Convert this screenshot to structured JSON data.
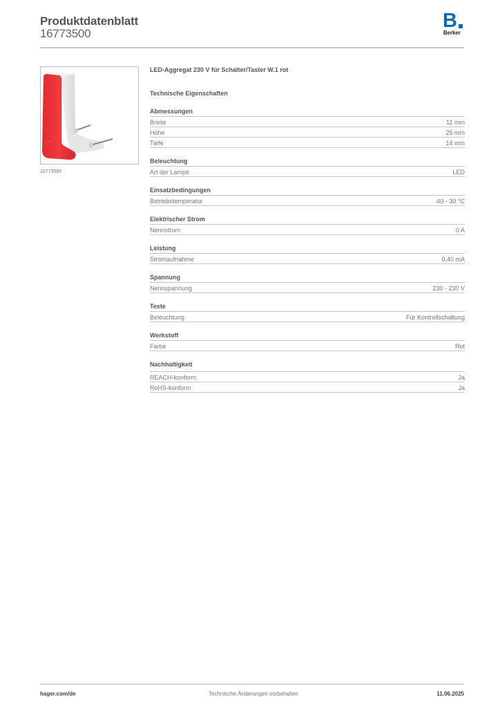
{
  "header": {
    "title": "Produktdatenblatt",
    "article_number": "16773500",
    "logo": {
      "mark": "B",
      "wordmark": "Berker",
      "color": "#0a6ab6"
    }
  },
  "product": {
    "image_caption": "16773500",
    "name": "LED-Aggregat 230 V für Schalter/Taster W.1 rot",
    "accent_color": "#e8262b"
  },
  "specs": {
    "title": "Technische Eigenschaften",
    "groups": [
      {
        "title": "Abmessungen",
        "rows": [
          {
            "label": "Breite",
            "value": "11 mm"
          },
          {
            "label": "Höhe",
            "value": "25 mm"
          },
          {
            "label": "Tiefe",
            "value": "14 mm"
          }
        ]
      },
      {
        "title": "Beleuchtung",
        "rows": [
          {
            "label": "Art der Lampe",
            "value": "LED"
          }
        ]
      },
      {
        "title": "Einsatzbedingungen",
        "rows": [
          {
            "label": "Betriebstemperatur",
            "value": "-40 - 30 °C"
          }
        ]
      },
      {
        "title": "Elektrischer Strom",
        "rows": [
          {
            "label": "Nennstrom",
            "value": "0 A"
          }
        ]
      },
      {
        "title": "Leistung",
        "rows": [
          {
            "label": "Stromaufnahme",
            "value": "0,40 mA"
          }
        ]
      },
      {
        "title": "Spannung",
        "rows": [
          {
            "label": "Nennspannung",
            "value": "230 - 230 V"
          }
        ]
      },
      {
        "title": "Texte",
        "rows": [
          {
            "label": "Beleuchtung",
            "value": "Für Kontrollschaltung"
          }
        ]
      },
      {
        "title": "Werkstoff",
        "rows": [
          {
            "label": "Farbe",
            "value": "Rot"
          }
        ]
      },
      {
        "title": "Nachhaltigkeit",
        "rows": [
          {
            "label": "REACH-konform",
            "value": "Ja"
          },
          {
            "label": "RoHS-konform",
            "value": "Ja"
          }
        ]
      }
    ]
  },
  "footer": {
    "website": "hager.com/de",
    "disclaimer": "Technische Änderungen vorbehalten",
    "date": "11.06.2025"
  }
}
